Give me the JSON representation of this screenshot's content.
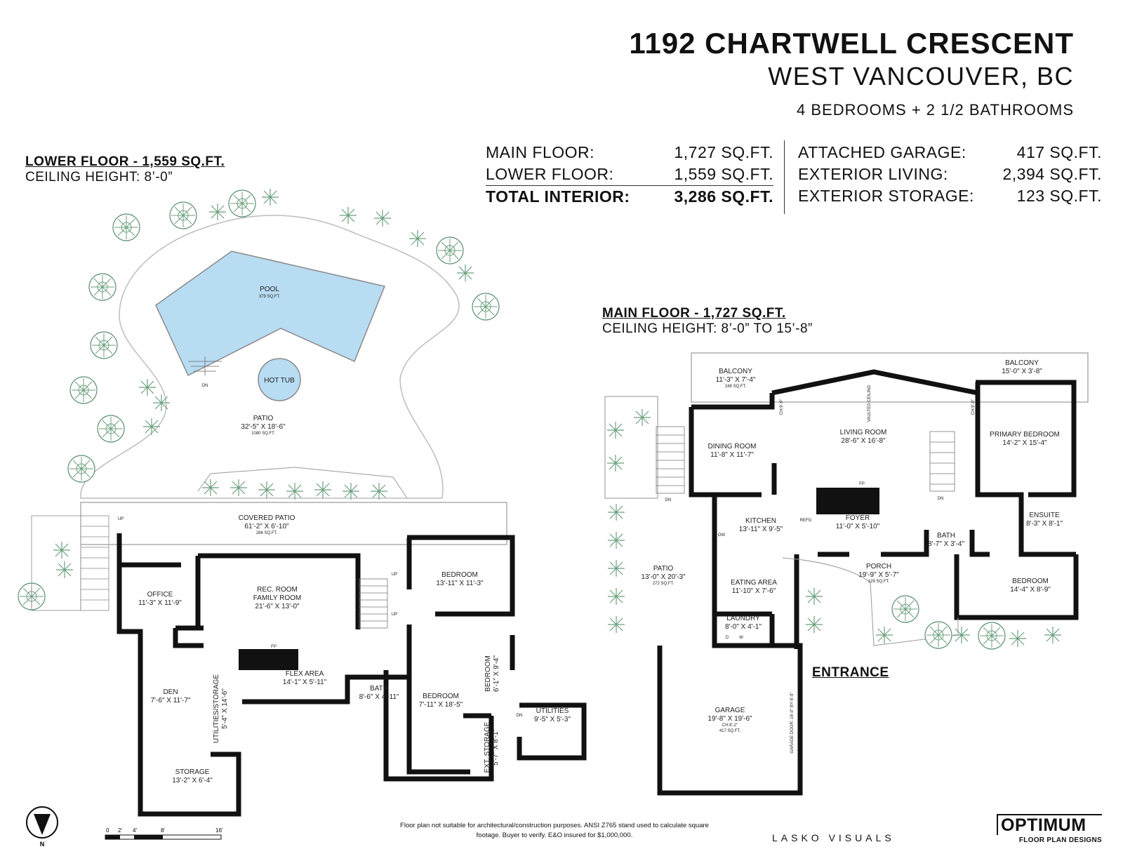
{
  "header": {
    "address": "1192 CHARTWELL CRESCENT",
    "city": "WEST VANCOUVER, BC",
    "rooms": "4 BEDROOMS + 2 1/2 BATHROOMS"
  },
  "stats_left": [
    {
      "label": "MAIN FLOOR:",
      "value": "1,727 SQ.FT."
    },
    {
      "label": "LOWER FLOOR:",
      "value": "1,559 SQ.FT."
    },
    {
      "label": "TOTAL INTERIOR:",
      "value": "3,286 SQ.FT."
    }
  ],
  "stats_right": [
    {
      "label": "ATTACHED GARAGE:",
      "value": "417 SQ.FT."
    },
    {
      "label": "EXTERIOR LIVING:",
      "value": "2,394 SQ.FT."
    },
    {
      "label": "EXTERIOR STORAGE:",
      "value": "123 SQ.FT."
    }
  ],
  "lower_floor": {
    "name": "LOWER FLOOR - 1,559 SQ.FT.",
    "ceiling": "CEILING HEIGHT: 8’-0”",
    "rooms": {
      "pool": {
        "name": "POOL",
        "area": "379 SQ.FT."
      },
      "hot_tub": {
        "name": "HOT TUB"
      },
      "patio": {
        "name": "PATIO",
        "dims": "32'-5\" X 18'-6\"",
        "area": "1080 SQ.FT."
      },
      "covered_patio": {
        "name": "COVERED PATIO",
        "dims": "61'-2\" X 6'-10\"",
        "area": "286 SQ.FT."
      },
      "office": {
        "name": "OFFICE",
        "dims": "11'-3\" X 11'-9\""
      },
      "rec_room": {
        "name": "REC. ROOM",
        "name2": "FAMILY ROOM",
        "dims": "21'-6\" X 13'-0\""
      },
      "bedroom_a": {
        "name": "BEDROOM",
        "dims": "13'-11\" X 11'-3\""
      },
      "den": {
        "name": "DEN",
        "dims": "7'-6\" X 11'-7\""
      },
      "utilities_storage": {
        "name": "UTILITIES/STORAGE",
        "dims": "5'-4\" X 14'-6\""
      },
      "flex": {
        "name": "FLEX AREA",
        "dims": "14'-1\" X 5'-11\""
      },
      "bath": {
        "name": "BATH",
        "dims": "8'-6\" X 4'-11\""
      },
      "bedroom_b": {
        "name": "BEDROOM",
        "dims": "7'-11\" X 18'-5\""
      },
      "bedroom_c": {
        "name": "BEDROOM",
        "dims": "6'-1\" X 9'-4\""
      },
      "utilities": {
        "name": "UTILITIES",
        "dims": "9'-5\" X 5'-3\""
      },
      "ext_storage": {
        "name": "EXT. STORAGE",
        "dims": "5'-7\" X 8'-1\""
      },
      "storage": {
        "name": "STORAGE",
        "dims": "13'-2\" X 6'-4\""
      }
    },
    "marks": {
      "up": "UP",
      "dn": "DN",
      "fp": "FP"
    }
  },
  "main_floor": {
    "name": "MAIN FLOOR - 1,727 SQ.FT.",
    "ceiling": "CEILING HEIGHT: 8’-0” TO 15’-8”",
    "rooms": {
      "balcony_left": {
        "name": "BALCONY",
        "dims": "11'-3\" X 7'-4\"",
        "area": "248 SQ.FT."
      },
      "balcony_right": {
        "name": "BALCONY",
        "dims": "15'-0\" X 3'-8\""
      },
      "dining": {
        "name": "DINING ROOM",
        "dims": "11'-8\" X 11'-7\""
      },
      "living": {
        "name": "LIVING ROOM",
        "dims": "28'-6\" X 16'-8\""
      },
      "primary": {
        "name": "PRIMARY BEDROOM",
        "dims": "14'-2\" X 15'-4\""
      },
      "kitchen": {
        "name": "KITCHEN",
        "dims": "13'-11\" X 9'-5\""
      },
      "foyer": {
        "name": "FOYER",
        "dims": "11'-0\" X 5'-10\""
      },
      "bath": {
        "name": "BATH",
        "dims": "8'-7\" X 3'-4\""
      },
      "ensuite": {
        "name": "ENSUITE",
        "dims": "8'-3\" X 8'-1\""
      },
      "patio": {
        "name": "PATIO",
        "dims": "13'-0\" X 20'-3\"",
        "area": "272 SQ.FT."
      },
      "eating": {
        "name": "EATING AREA",
        "dims": "11'-10\" X 7'-6\""
      },
      "porch": {
        "name": "PORCH",
        "dims": "19'-9\" X 5'-7\"",
        "area": "129 SQ.FT."
      },
      "bedroom": {
        "name": "BEDROOM",
        "dims": "14'-4\" X 8'-9\""
      },
      "laundry": {
        "name": "LAUNDRY",
        "dims": "8'-0\" X 4'-1\""
      },
      "garage": {
        "name": "GARAGE",
        "dims": "19'-8\" X 19'-6\"",
        "ceiling": "CH:8'-2\"",
        "area": "417 SQ.FT."
      }
    },
    "notes": {
      "vaulted": "VAULTED CEILING",
      "ch_left": "CH:9'-0\"",
      "ch_right": "CH:9'-0\"",
      "garage_door": "GARAGE DOOR: 16'-0\" BY 6'-9\"",
      "refg": "REFG",
      "dw": "DW",
      "washer": "W",
      "dryer": "D"
    },
    "entrance": "ENTRANCE"
  },
  "footer": {
    "disclaimer": "Floor plan not suitable for architectural/construction purposes. ANSI Z765 stand used to calculate square footage. Buyer to verify. E&O insured for $1,000,000.",
    "credit": "LASKO VISUALS",
    "logo_main": "OPTIMUM",
    "logo_sub": "FLOOR PLAN DESIGNS",
    "north": "N",
    "scale": [
      "0",
      "2'",
      "4'",
      "8'",
      "16'"
    ]
  }
}
